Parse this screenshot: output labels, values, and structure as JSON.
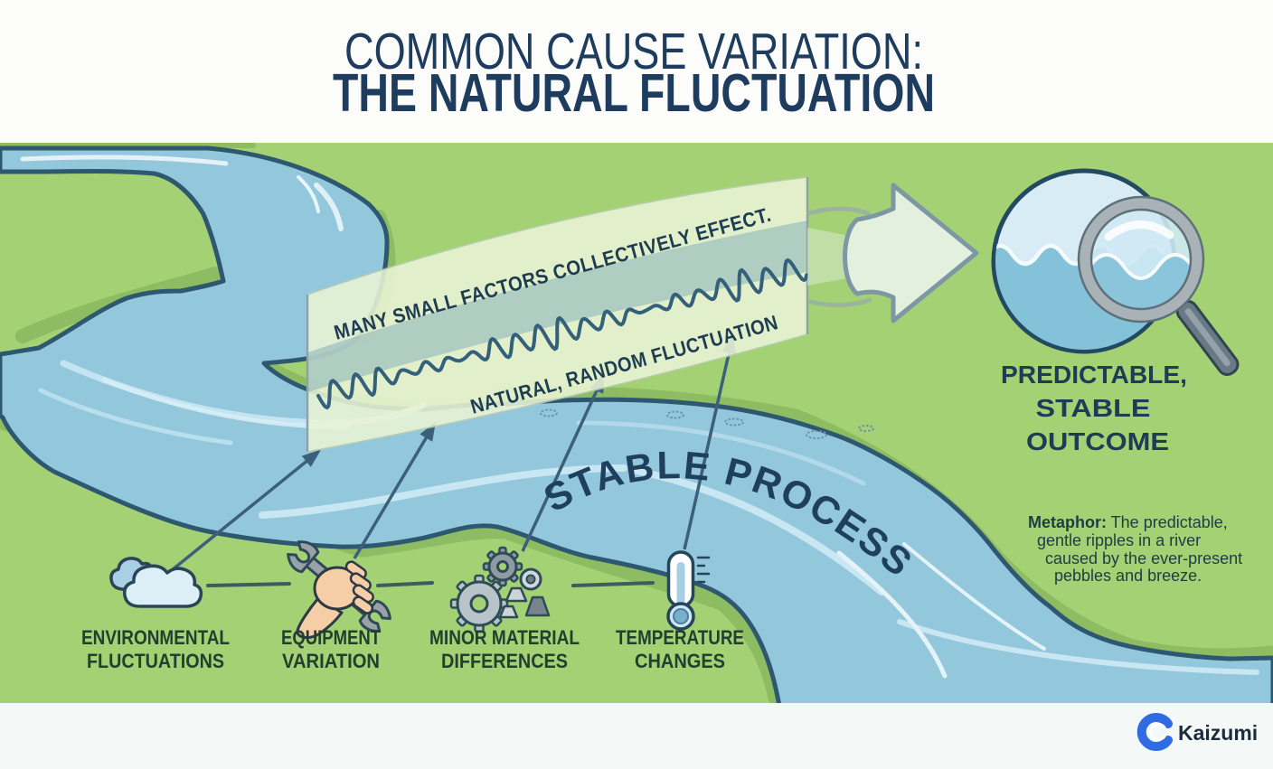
{
  "header": {
    "title_line1": "COMMON CAUSE VARIATION:",
    "title_line2": "THE NATURAL FLUCTUATION"
  },
  "ribbon": {
    "top_text": "MANY SMALL FACTORS COLLECTIVELY EFFECT.",
    "bottom_text": "NATURAL, RANDOM FLUCTUATION"
  },
  "river": {
    "process_label": "STABLE PROCESS"
  },
  "outcome": {
    "line1": "PREDICTABLE,",
    "line2": "STABLE",
    "line3": "OUTCOME"
  },
  "metaphor": {
    "label": "Metaphor:",
    "line1_rest": " The predictable,",
    "line2": "gentle ripples in a river",
    "line3": "caused by the ever-present",
    "line4": "pebbles and breeze."
  },
  "factors": [
    {
      "icon": "clouds-icon",
      "label_line1": "ENVIRONMENTAL",
      "label_line2": "FLUCTUATIONS"
    },
    {
      "icon": "wrench-hand-icon",
      "label_line1": "EQUIPMENT",
      "label_line2": "VARIATION"
    },
    {
      "icon": "gears-materials-icon",
      "label_line1": "MINOR MATERIAL",
      "label_line2": "DIFFERENCES"
    },
    {
      "icon": "thermometer-icon",
      "label_line1": "TEMPERATURE",
      "label_line2": "CHANGES"
    }
  ],
  "brand": {
    "name": "Kaizumi",
    "icon": "kaizumi-wave-logo"
  },
  "colors": {
    "title": "#1d3c5e",
    "grass": "#a4d173",
    "grass_shadow": "#8dbc62",
    "water": "#93c7dc",
    "bank": "#2e5870",
    "ribbon": "#eaf5d6",
    "ribbon_band": "#7fa9b7",
    "wave_line": "#35607b",
    "dark_text": "#1d3c55",
    "label_text": "#223f2f",
    "metaphor_text": "#1e3c46",
    "logo_blue": "#2f6be2",
    "bottom_strip": "#f4f9f8"
  }
}
